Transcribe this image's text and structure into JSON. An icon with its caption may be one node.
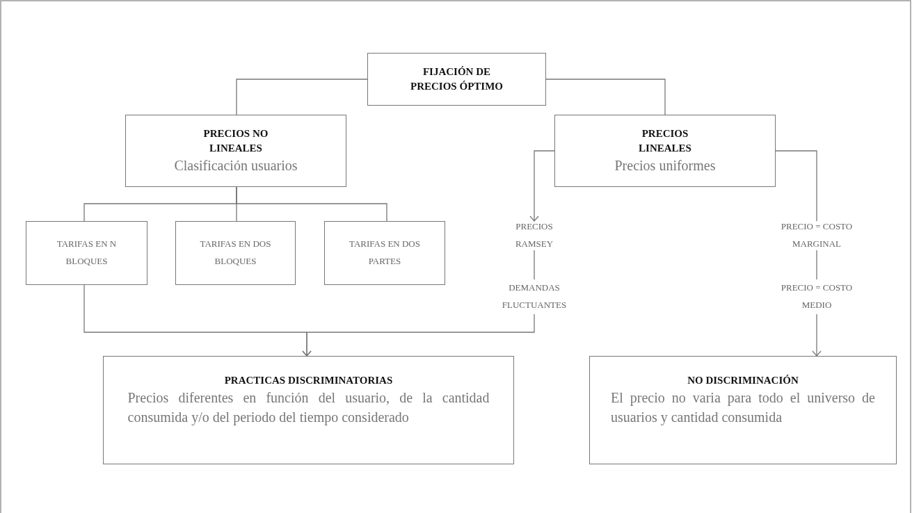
{
  "diagram": {
    "nodes": [
      {
        "text": [
          "FIJACIÓN DE PRECIOS ÓPTIMO"
        ]
      },
      {
        "text": [
          "PRECIOS NO LINEALES",
          "Clasificación usuarios"
        ]
      },
      {
        "text": [
          "PRECIOS LINEALES",
          "Precios uniformes"
        ]
      },
      {
        "text": [
          "TARIFAS EN N BLOQUES"
        ]
      },
      {
        "text": [
          "TARIFAS EN DOS BLOQUES"
        ]
      },
      {
        "text": [
          "TARIFAS EN DOS PARTES"
        ]
      },
      {
        "text": [
          "PRECIOS RAMSEY"
        ]
      },
      {
        "text": [
          "DEMANDAS FLUCTUANTES"
        ]
      },
      {
        "text": [
          "PRECIO = COSTO MARGINAL"
        ]
      },
      {
        "text": [
          "PRECIO = COSTO MEDIO"
        ]
      },
      {
        "text": [
          "PRACTICAS DISCRIMINATORIAS",
          "Precios diferentes en función del usuario, de la cantidad consumida y/o del periodo del tiempo considerado"
        ]
      },
      {
        "text": [
          "NO DISCRIMINACIÓN",
          "El precio no varia para todo el universo de usuarios y cantidad consumida"
        ]
      }
    ],
    "edges": [
      {
        "from": 0,
        "to": 1,
        "arrow": "none"
      },
      {
        "from": 0,
        "to": 2,
        "arrow": "none"
      },
      {
        "from": 1,
        "to": 3,
        "arrow": "none"
      },
      {
        "from": 1,
        "to": 4,
        "arrow": "none"
      },
      {
        "from": 1,
        "to": 5,
        "arrow": "none"
      },
      {
        "from": 2,
        "to": 6,
        "arrow": "to"
      },
      {
        "from": 6,
        "to": 7,
        "arrow": "none"
      },
      {
        "from": 2,
        "to": 8,
        "arrow": "none"
      },
      {
        "from": 8,
        "to": 9,
        "arrow": "none"
      },
      {
        "from": 3,
        "to": 10,
        "arrow": "to"
      },
      {
        "from": 7,
        "to": 10,
        "arrow": "to"
      },
      {
        "from": 9,
        "to": 11,
        "arrow": "to"
      }
    ]
  }
}
